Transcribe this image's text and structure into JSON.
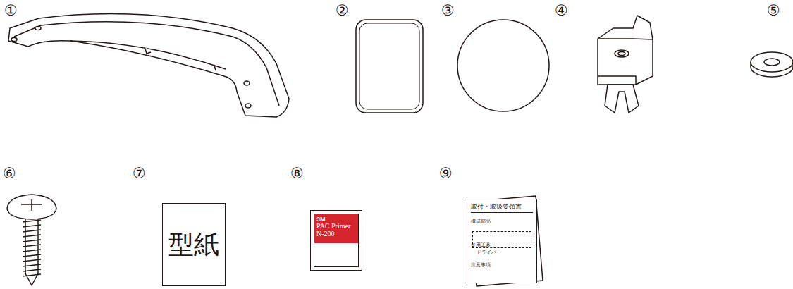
{
  "diagram": {
    "nodes": [
      {
        "text": [
          "型紙"
        ]
      },
      {
        "text": [
          "3M",
          "PAC Primer N-200"
        ]
      },
      {
        "text": [
          "取付・取扱要領書",
          "構成部品",
          "使用工具",
          "ドライバー",
          "注意事項"
        ]
      }
    ],
    "labels": [
      "①",
      "②",
      "③",
      "④",
      "⑤",
      "⑥",
      "⑦",
      "⑧",
      "⑨"
    ]
  }
}
